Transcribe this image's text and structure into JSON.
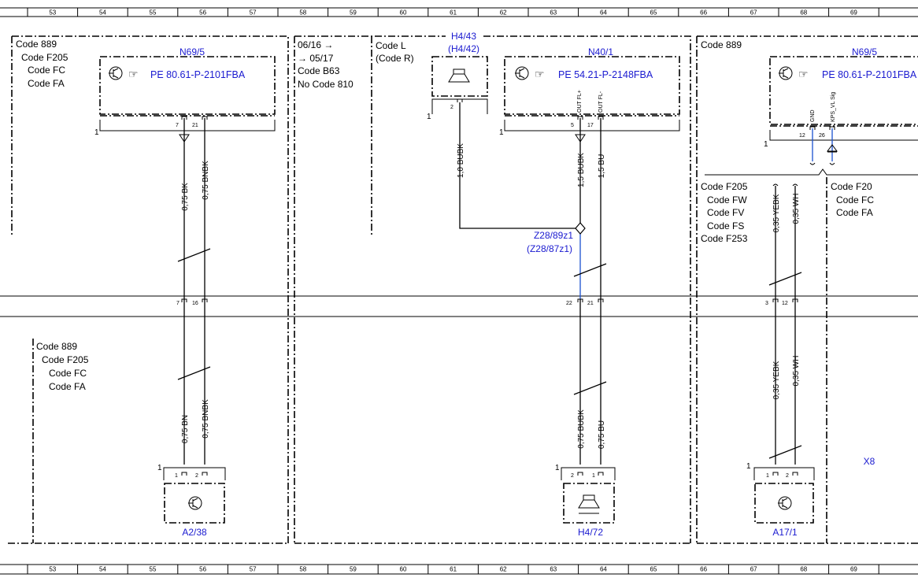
{
  "ruler": {
    "numbers": [
      "53",
      "54",
      "55",
      "56",
      "57",
      "58",
      "59",
      "60",
      "61",
      "62",
      "63",
      "64",
      "65",
      "66",
      "67",
      "68",
      "69"
    ]
  },
  "colors": {
    "component_label": "#1a1ad0",
    "line": "#000000",
    "blue_wire": "#1a50d0"
  },
  "left_section": {
    "codes": [
      "Code 889",
      "Code F205",
      "Code FC",
      "Code FA"
    ],
    "module": {
      "name": "N69/5",
      "ref": "PE 80.61-P-2101FBA",
      "pins": [
        "7",
        "21"
      ],
      "ground_no": "1"
    },
    "wires_top": [
      "0,75 BK",
      "0,75 BNBK"
    ],
    "connector_pins": [
      "7",
      "16"
    ],
    "lower_codes": [
      "Code 889",
      "Code F205",
      "Code FC",
      "Code FA"
    ],
    "wires_bottom": [
      "0,75 BN",
      "0,75 BNBK"
    ],
    "component": {
      "name": "A2/38",
      "pins": [
        "1",
        "2"
      ],
      "ground_no": "1"
    }
  },
  "middle_section": {
    "date_codes": [
      "06/16 →",
      "→ 05/17",
      "Code B63",
      "No Code 810"
    ],
    "code_l": [
      "Code L",
      "(Code R)"
    ],
    "speaker_top": {
      "name": "H4/43",
      "alt": "(H4/42)",
      "pin": "2",
      "ground_no": "1",
      "wire": "1,0 BUBK"
    },
    "module": {
      "name": "N40/1",
      "ref": "PE 54.21-P-2148FBA",
      "pins": [
        "5",
        "17"
      ],
      "pin_labels": [
        "OUT FL+",
        "OUT FL-"
      ],
      "ground_no": "1"
    },
    "wires_top": [
      "1,5 BUBK",
      "1,5 BU"
    ],
    "splice": {
      "name": "Z28/89z1",
      "alt": "(Z28/87z1)"
    },
    "connector_pins": [
      "22",
      "21"
    ],
    "wires_bottom": [
      "0,75 BUBK",
      "0,75 BU"
    ],
    "component": {
      "name": "H4/72",
      "pins": [
        "2",
        "1"
      ],
      "ground_no": "1"
    }
  },
  "right_section": {
    "codes": [
      "Code 889"
    ],
    "module": {
      "name": "N69/5",
      "ref": "PE 80.61-P-2101FBA",
      "pins": [
        "12",
        "26"
      ],
      "pin_labels": [
        "GND",
        "KPS_VL Sig"
      ],
      "ground_no": "1"
    },
    "codes_left": [
      "Code F205",
      "Code FW",
      "Code FV",
      "Code FS",
      "Code F253"
    ],
    "codes_right": [
      "Code F20",
      "Code FC",
      "Code FA"
    ],
    "wires_top": [
      "0,35 YEBK",
      "0,35 WH"
    ],
    "connector_pins": [
      "3",
      "12"
    ],
    "wires_bottom": [
      "0,35 YEBK",
      "0,35 WH"
    ],
    "connector_name": "X8",
    "component": {
      "name": "A17/1",
      "pins": [
        "1",
        "2"
      ],
      "ground_no": "1"
    }
  }
}
